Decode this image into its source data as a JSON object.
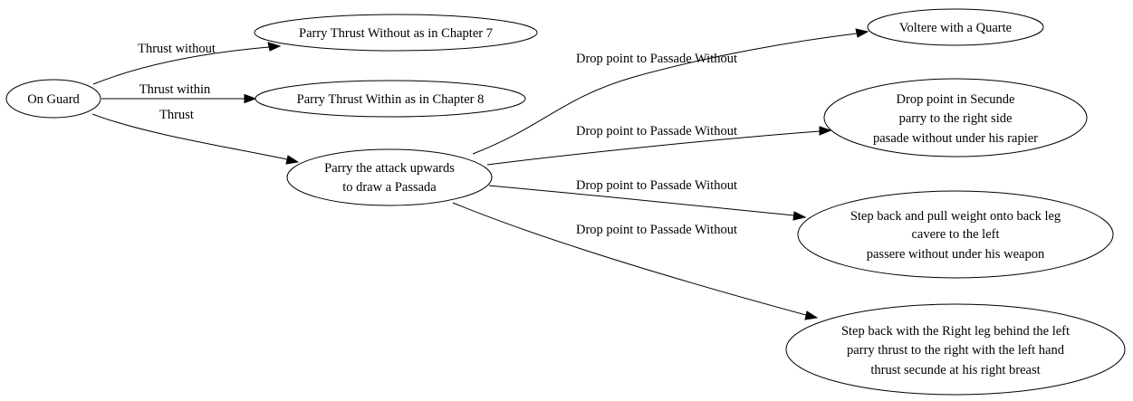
{
  "diagram": {
    "nodes": {
      "on_guard": {
        "lines": [
          "On Guard"
        ]
      },
      "parry_without": {
        "lines": [
          "Parry Thrust Without as in Chapter 7"
        ]
      },
      "parry_within": {
        "lines": [
          "Parry Thrust Within as in Chapter 8"
        ]
      },
      "parry_upwards": {
        "lines": [
          "Parry the attack upwards",
          "to draw a Passada"
        ]
      },
      "voltere": {
        "lines": [
          "Voltere with a Quarte"
        ]
      },
      "secunde": {
        "lines": [
          "Drop point in Secunde",
          "parry to the right side",
          "pasade without under his rapier"
        ]
      },
      "step_back_pull": {
        "lines": [
          "Step back and pull weight onto back leg",
          "cavere to the left",
          "passere without under his weapon"
        ]
      },
      "step_back_right": {
        "lines": [
          "Step back with the Right leg behind the left",
          "parry thrust to the right with the left hand",
          "thrust secunde at his right breast"
        ]
      }
    },
    "edges": {
      "e1": {
        "label": "Thrust without"
      },
      "e2": {
        "label": "Thrust within"
      },
      "e3": {
        "label": "Thrust"
      },
      "e4": {
        "label": "Drop point to Passade Without"
      },
      "e5": {
        "label": "Drop point to Passade Without"
      },
      "e6": {
        "label": "Drop point to Passade Without"
      },
      "e7": {
        "label": "Drop point to Passade Without"
      }
    }
  }
}
